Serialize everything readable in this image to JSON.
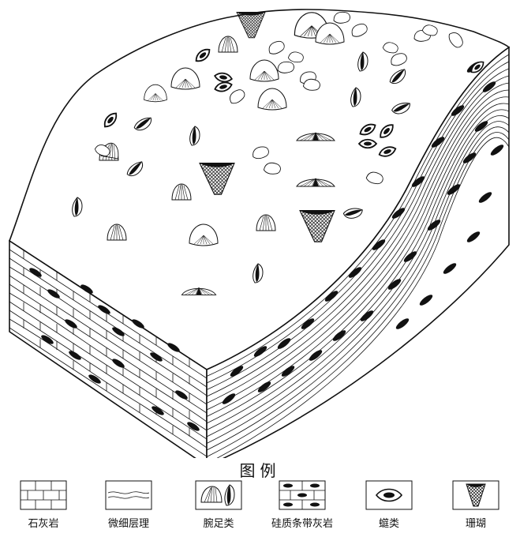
{
  "legend": {
    "title": "图例",
    "items": [
      {
        "label": "石灰岩",
        "icon": "limestone-brick-icon"
      },
      {
        "label": "微细层理",
        "icon": "fine-lamination-icon"
      },
      {
        "label": "腕足类",
        "icon": "brachiopod-icon"
      },
      {
        "label": "硅质条带灰岩",
        "icon": "siliceous-banded-limestone-icon"
      },
      {
        "label": "䗴类",
        "icon": "fusulinid-icon"
      },
      {
        "label": "珊瑚",
        "icon": "coral-icon"
      }
    ]
  }
}
